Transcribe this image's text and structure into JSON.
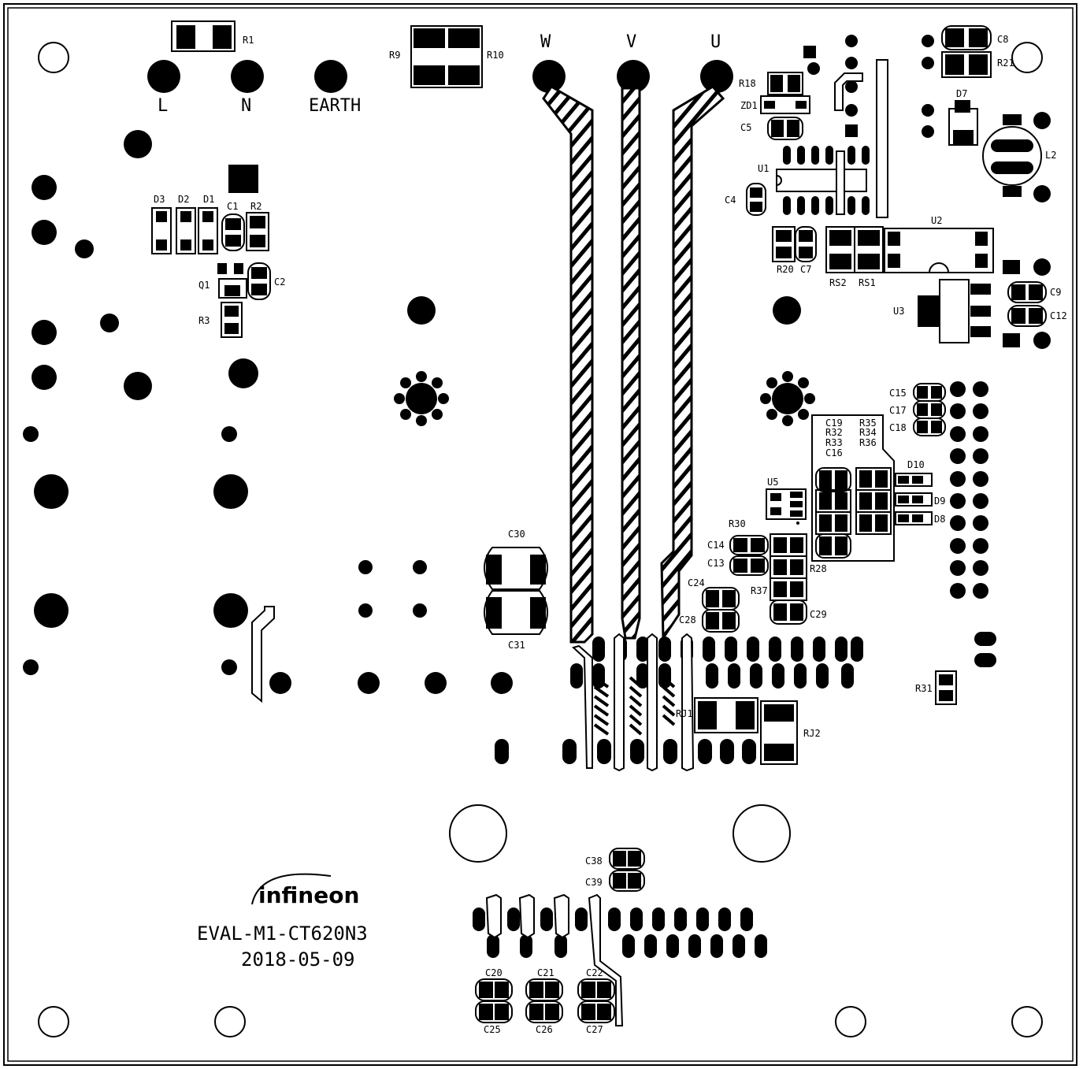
{
  "board": {
    "name": "EVAL-M1-CT620N3",
    "date": "2018-05-09",
    "logo": "infineon"
  },
  "connectors": {
    "power": [
      "L",
      "N",
      "EARTH"
    ],
    "motor": [
      "W",
      "V",
      "U"
    ]
  },
  "refdes": {
    "R1": "R1",
    "R2": "R2",
    "R3": "R3",
    "R9": "R9",
    "R10": "R10",
    "R18": "R18",
    "R20": "R20",
    "R21": "R21",
    "R28": "R28",
    "R30": "R30",
    "R31": "R31",
    "R37": "R37",
    "RS1": "RS1",
    "RS2": "RS2",
    "RJ1": "RJ1",
    "RJ2": "RJ2",
    "C1": "C1",
    "C2": "C2",
    "C4": "C4",
    "C5": "C5",
    "C7": "C7",
    "C8": "C8",
    "C9": "C9",
    "C12": "C12",
    "C13": "C13",
    "C14": "C14",
    "C15": "C15",
    "C17": "C17",
    "C18": "C18",
    "C20": "C20",
    "C21": "C21",
    "C22": "C22",
    "C24": "C24",
    "C25": "C25",
    "C26": "C26",
    "C27": "C27",
    "C28": "C28",
    "C29": "C29",
    "C30": "C30",
    "C31": "C31",
    "C38": "C38",
    "C39": "C39",
    "D1": "D1",
    "D2": "D2",
    "D3": "D3",
    "D7": "D7",
    "D8": "D8",
    "D9": "D9",
    "D10": "D10",
    "Q1": "Q1",
    "ZD1": "ZD1",
    "L2": "L2",
    "U1": "U1",
    "U2": "U2",
    "U3": "U3",
    "U5": "U5",
    "group_a": [
      "C19",
      "R32",
      "R33",
      "C16"
    ],
    "group_b": [
      "R35",
      "R34",
      "R36"
    ]
  }
}
